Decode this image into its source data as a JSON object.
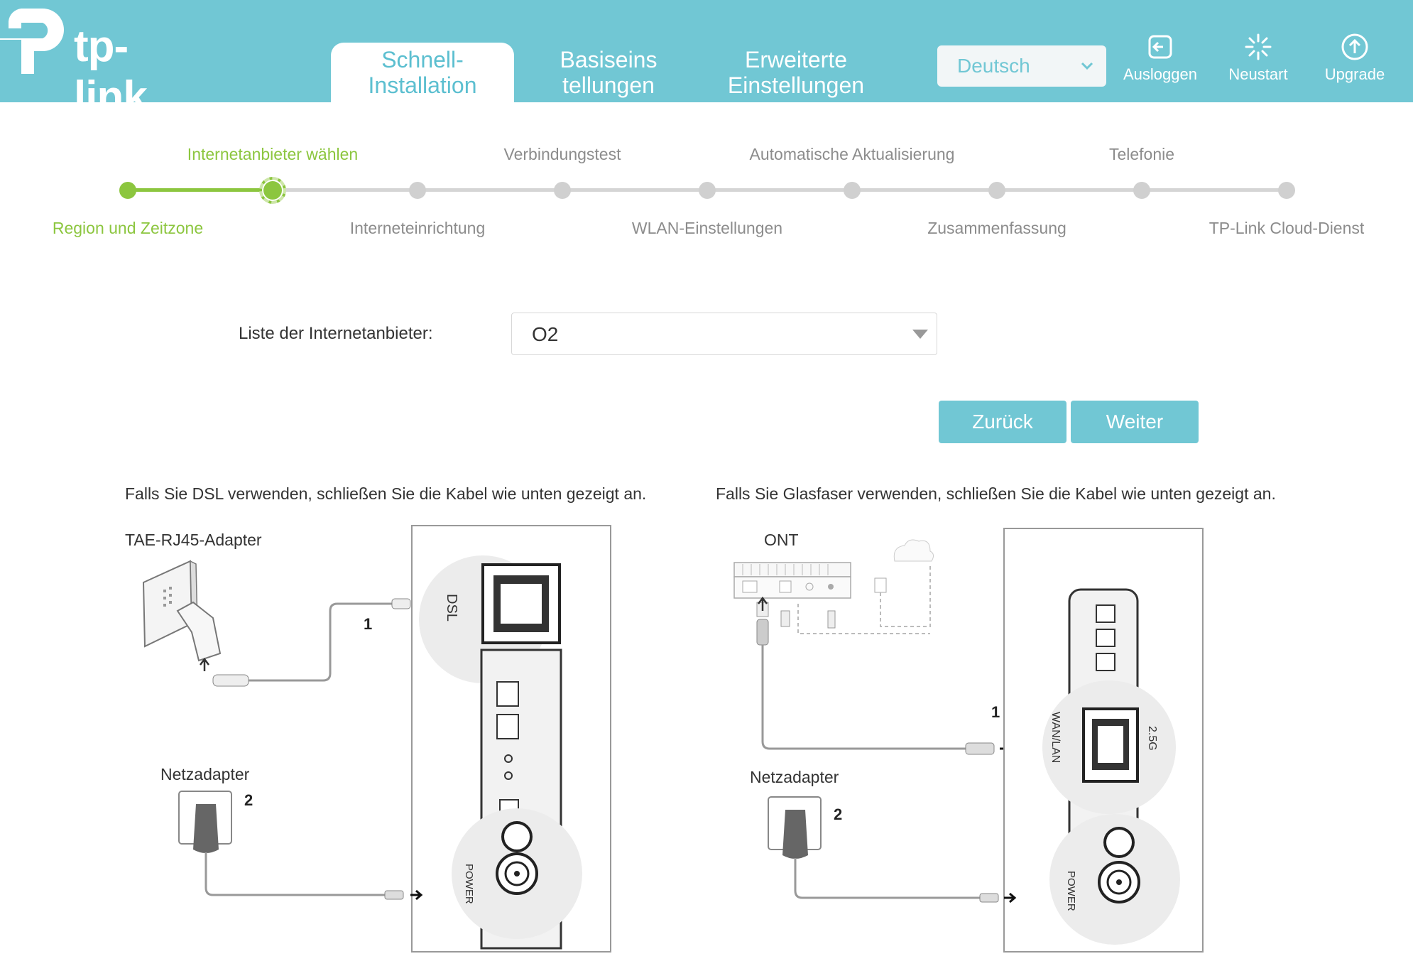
{
  "header": {
    "logo_text": "tp-link",
    "tabs": [
      {
        "label_line1": "Schnell-",
        "label_line2": "Installation"
      },
      {
        "label_line1": "Basiseins",
        "label_line2": "tellungen"
      },
      {
        "label_line1": "Erweiterte",
        "label_line2": "Einstellungen"
      }
    ],
    "language": "Deutsch",
    "buttons": {
      "logout": "Ausloggen",
      "reboot": "Neustart",
      "upgrade": "Upgrade"
    }
  },
  "colors": {
    "brand": "#71c7d4",
    "progress": "#8cc63f",
    "inactive": "#8c8c8c"
  },
  "stepper": {
    "top_labels": [
      "Internetanbieter wählen",
      "Verbindungstest",
      "Automatische Aktualisierung",
      "Telefonie"
    ],
    "bottom_labels": [
      "Region und Zeitzone",
      "Interneteinrichtung",
      "WLAN-Einstellungen",
      "Zusammenfassung",
      "TP-Link Cloud-Dienst"
    ]
  },
  "form": {
    "isp_label": "Liste der Internetanbieter:",
    "isp_value": "O2",
    "back_button": "Zurück",
    "next_button": "Weiter"
  },
  "dsl": {
    "instruction": "Falls Sie DSL verwenden, schließen Sie die Kabel wie unten gezeigt an.",
    "adapter_label": "TAE-RJ45-Adapter",
    "power_label": "Netzadapter",
    "step1": "1",
    "step2": "2",
    "port_dsl": "DSL",
    "port_power": "POWER"
  },
  "fiber": {
    "instruction": "Falls Sie Glasfaser verwenden, schließen Sie die Kabel wie unten gezeigt an.",
    "ont_label": "ONT",
    "power_label": "Netzadapter",
    "step1": "1",
    "step2": "2",
    "port_wanlan": "WAN/LAN",
    "port_25g": "2.5G",
    "port_power": "POWER"
  }
}
